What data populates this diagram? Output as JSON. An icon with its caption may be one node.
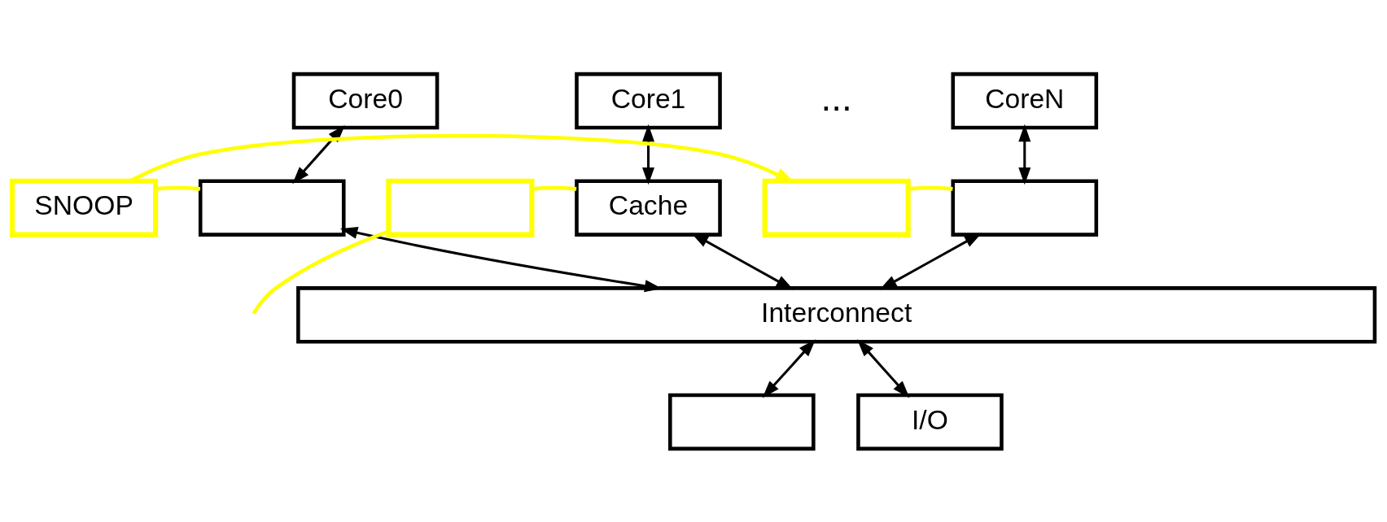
{
  "diagram": {
    "nodes": [
      {
        "text": [
          "Core0"
        ]
      },
      {
        "text": [
          "Core1"
        ]
      },
      {
        "text": [
          "CoreN"
        ]
      },
      {
        "text": [],
        "shape": "box"
      },
      {
        "text": [
          "Cache"
        ]
      },
      {
        "text": [],
        "shape": "box"
      },
      {
        "text": [
          "Interconnect"
        ]
      },
      {
        "text": [],
        "shape": "box"
      },
      {
        "text": [
          "I/O"
        ]
      },
      {
        "text": [
          "SNOOP"
        ]
      },
      {
        "text": [],
        "shape": "box"
      },
      {
        "text": [],
        "shape": "box"
      }
    ],
    "edges": [
      {
        "from": 0,
        "to": 3,
        "arrow": "both"
      },
      {
        "from": 1,
        "to": 4,
        "arrow": "both"
      },
      {
        "from": 2,
        "to": 5,
        "arrow": "both"
      },
      {
        "from": 3,
        "to": 6,
        "arrow": "both"
      },
      {
        "from": 4,
        "to": 6,
        "arrow": "both"
      },
      {
        "from": 5,
        "to": 6,
        "arrow": "both"
      },
      {
        "from": 6,
        "to": 7,
        "arrow": "both"
      },
      {
        "from": 6,
        "to": 8,
        "arrow": "both"
      },
      {
        "from": 9,
        "to": 3,
        "arrow": "none",
        "color": "#ffff00"
      },
      {
        "from": 10,
        "to": 4,
        "arrow": "none",
        "color": "#ffff00"
      },
      {
        "from": 11,
        "to": 5,
        "arrow": "none",
        "color": "#ffff00"
      },
      {
        "from": 9,
        "to": 11,
        "arrow": "to",
        "color": "#ffff00"
      },
      {
        "from": 10,
        "to": null,
        "arrow": "none",
        "color": "#ffff00"
      }
    ],
    "labels": [
      "..."
    ]
  }
}
